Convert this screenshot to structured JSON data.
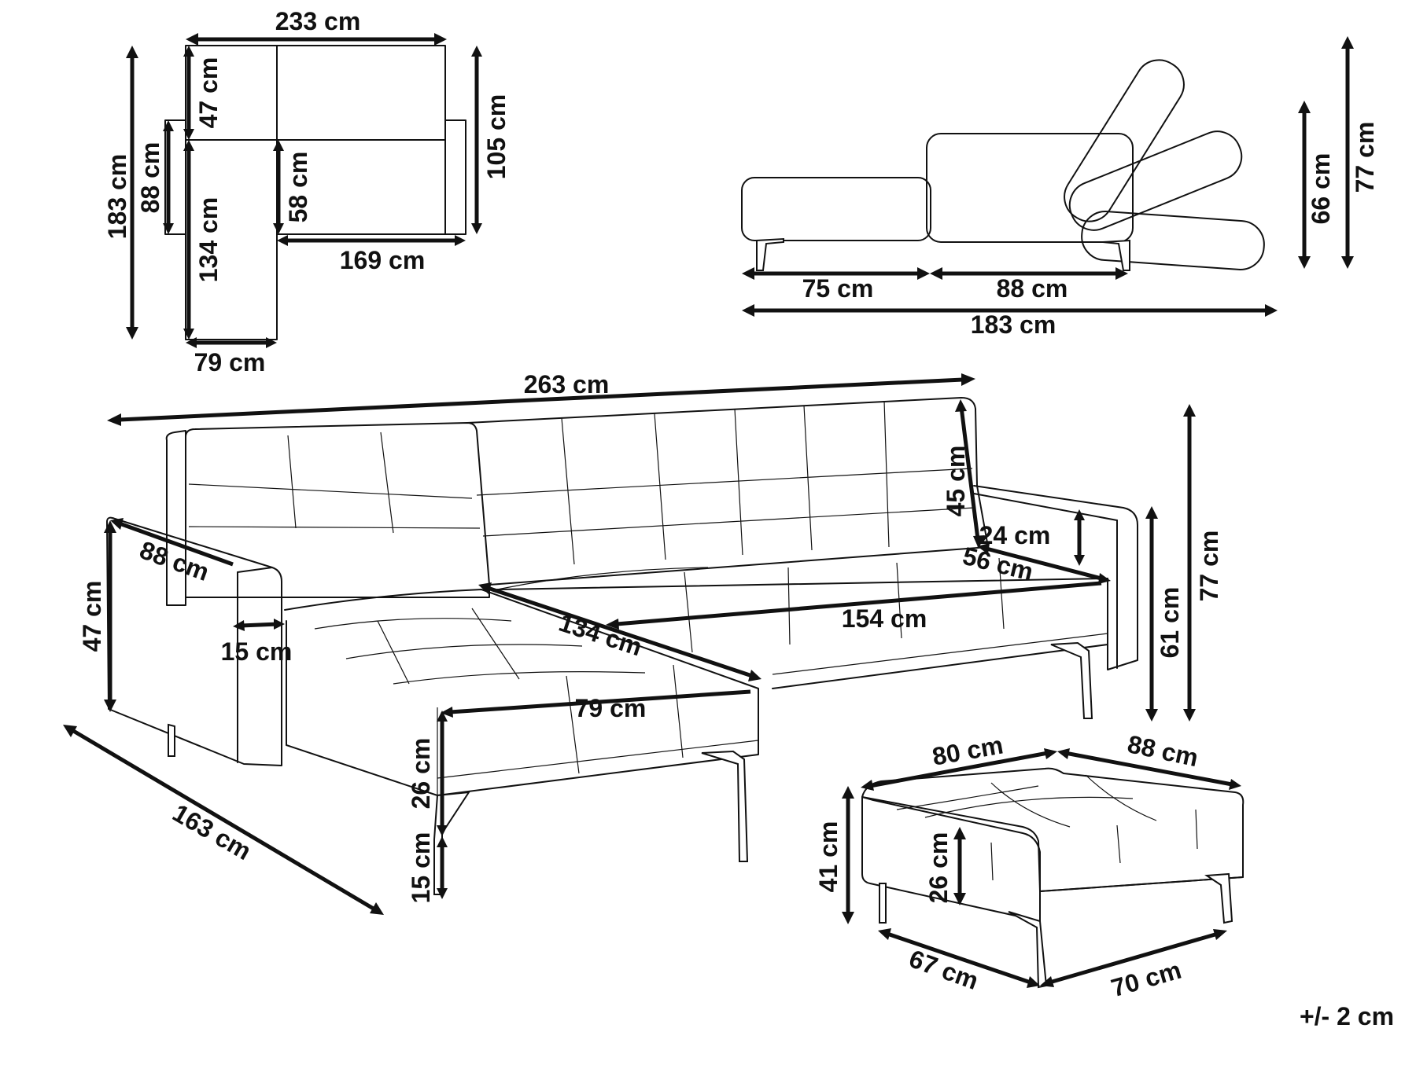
{
  "colors": {
    "ink": "#111111",
    "background": "#ffffff"
  },
  "top_view": {
    "width_233": "233 cm",
    "depth_183": "183 cm",
    "back_47": "47 cm",
    "chaise_88": "88 cm",
    "chaise_134": "134 cm",
    "seat_58": "58 cm",
    "side_105": "105 cm",
    "sofa_169": "169 cm",
    "chaise_79": "79 cm"
  },
  "side_view": {
    "seg_75": "75 cm",
    "seg_88": "88 cm",
    "total_183": "183 cm",
    "h_66": "66 cm",
    "h_77": "77 cm"
  },
  "main_view": {
    "width_263": "263 cm",
    "back_45": "45 cm",
    "arm_24": "24 cm",
    "arm_56": "56 cm",
    "seat_154": "154 cm",
    "height_61": "61 cm",
    "height_77": "77 cm",
    "arm_88": "88 cm",
    "arm_47": "47 cm",
    "arm_15": "15 cm",
    "chaise_134": "134 cm",
    "chaise_79": "79 cm",
    "seat_26": "26 cm",
    "leg_15": "15 cm",
    "length_163": "163 cm"
  },
  "ottoman": {
    "top_80": "80 cm",
    "top_88": "88 cm",
    "height_41": "41 cm",
    "cushion_26": "26 cm",
    "base_67": "67 cm",
    "base_70": "70 cm"
  },
  "tolerance": "+/- 2 cm"
}
